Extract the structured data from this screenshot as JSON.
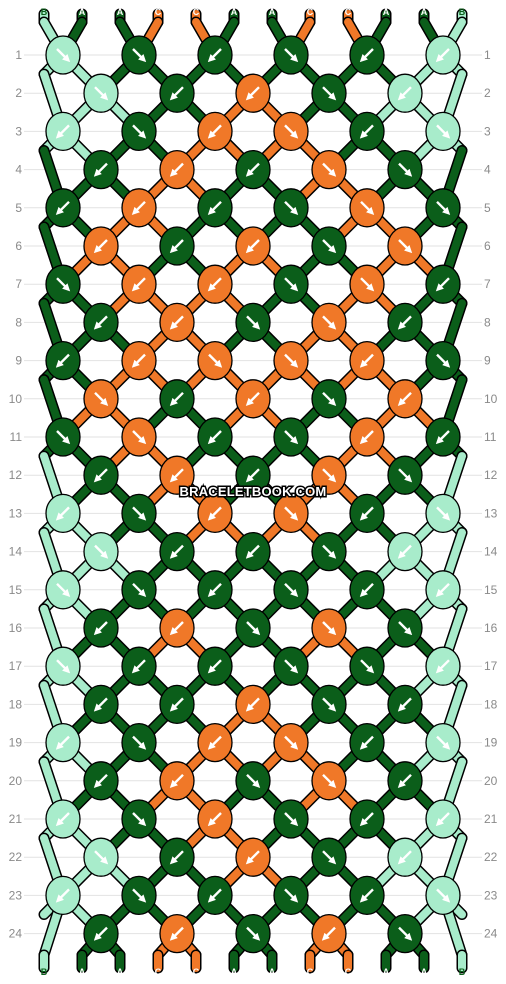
{
  "colors": {
    "A": "#0b5e1a",
    "B": "#a8eccb",
    "C": "#f07828"
  },
  "top_strands": [
    "B",
    "A",
    "A",
    "C",
    "C",
    "A",
    "A",
    "C",
    "C",
    "A",
    "A",
    "B"
  ],
  "bottom_strands": [
    "B",
    "A",
    "A",
    "C",
    "C",
    "A",
    "A",
    "C",
    "C",
    "A",
    "A",
    "B"
  ],
  "row_numbers": [
    "1",
    "2",
    "3",
    "4",
    "5",
    "6",
    "7",
    "8",
    "9",
    "10",
    "11",
    "12",
    "13",
    "14",
    "15",
    "16",
    "17",
    "18",
    "19",
    "20",
    "21",
    "22",
    "23",
    "24"
  ],
  "watermark": "BRACELETBOOK.COM",
  "knots": {
    "odd_rows": [
      [
        "B",
        "se",
        "A",
        "se",
        "A",
        "sw",
        "A",
        "se",
        "A",
        "sw",
        "B",
        "sw"
      ],
      [
        "B",
        "sw",
        "A",
        "se",
        "C",
        "sw",
        "C",
        "se",
        "A",
        "sw",
        "B",
        "se"
      ],
      [
        "A",
        "sw",
        "C",
        "sw",
        "A",
        "sw",
        "A",
        "se",
        "C",
        "se",
        "A",
        "se"
      ],
      [
        "A",
        "se",
        "C",
        "sw",
        "C",
        "sw",
        "A",
        "se",
        "C",
        "se",
        "A",
        "sw"
      ],
      [
        "A",
        "sw",
        "C",
        "sw",
        "C",
        "se",
        "C",
        "se",
        "C",
        "sw",
        "A",
        "se"
      ],
      [
        "A",
        "se",
        "C",
        "se",
        "A",
        "sw",
        "A",
        "se",
        "C",
        "sw",
        "A",
        "sw"
      ],
      [
        "B",
        "sw",
        "A",
        "se",
        "C",
        "sw",
        "C",
        "se",
        "A",
        "sw",
        "B",
        "se"
      ],
      [
        "B",
        "se",
        "A",
        "se",
        "A",
        "sw",
        "A",
        "se",
        "A",
        "sw",
        "B",
        "sw"
      ],
      [
        "B",
        "se",
        "A",
        "sw",
        "A",
        "sw",
        "A",
        "se",
        "A",
        "se",
        "B",
        "sw"
      ],
      [
        "B",
        "sw",
        "A",
        "se",
        "C",
        "sw",
        "C",
        "se",
        "A",
        "sw",
        "B",
        "se"
      ],
      [
        "B",
        "sw",
        "A",
        "se",
        "C",
        "sw",
        "A",
        "se",
        "A",
        "sw",
        "B",
        "sw"
      ],
      [
        "B",
        "sw",
        "A",
        "se",
        "A",
        "sw",
        "A",
        "se",
        "A",
        "sw",
        "B",
        "se"
      ]
    ],
    "even_rows": [
      [
        "B",
        "se",
        "A",
        "sw",
        "C",
        "sw",
        "A",
        "se",
        "B",
        "sw"
      ],
      [
        "A",
        "sw",
        "C",
        "sw",
        "A",
        "sw",
        "C",
        "se",
        "A",
        "se"
      ],
      [
        "C",
        "sw",
        "A",
        "sw",
        "C",
        "sw",
        "A",
        "se",
        "C",
        "se"
      ],
      [
        "A",
        "sw",
        "C",
        "sw",
        "A",
        "se",
        "C",
        "se",
        "A",
        "sw"
      ],
      [
        "C",
        "se",
        "A",
        "sw",
        "C",
        "sw",
        "A",
        "se",
        "C",
        "sw"
      ],
      [
        "A",
        "sw",
        "C",
        "sw",
        "A",
        "sw",
        "C",
        "se",
        "A",
        "se"
      ],
      [
        "B",
        "se",
        "A",
        "sw",
        "A",
        "sw",
        "A",
        "se",
        "B",
        "sw"
      ],
      [
        "A",
        "sw",
        "C",
        "sw",
        "A",
        "se",
        "C",
        "se",
        "A",
        "se"
      ],
      [
        "A",
        "sw",
        "A",
        "sw",
        "C",
        "sw",
        "A",
        "se",
        "A",
        "sw"
      ],
      [
        "A",
        "sw",
        "C",
        "sw",
        "A",
        "se",
        "C",
        "se",
        "A",
        "sw"
      ],
      [
        "B",
        "se",
        "A",
        "sw",
        "C",
        "sw",
        "A",
        "se",
        "B",
        "sw"
      ],
      [
        "A",
        "sw",
        "C",
        "sw",
        "A",
        "se",
        "C",
        "sw",
        "A",
        "se"
      ]
    ]
  }
}
